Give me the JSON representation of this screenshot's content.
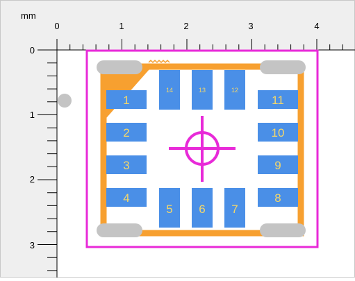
{
  "ruler": {
    "unit_label": "mm",
    "x_labels": [
      "0",
      "1",
      "2",
      "3",
      "4"
    ],
    "y_labels": [
      "0",
      "1",
      "2",
      "3"
    ]
  },
  "footprint": {
    "pads_left": [
      {
        "label": "1"
      },
      {
        "label": "2"
      },
      {
        "label": "3"
      },
      {
        "label": "4"
      }
    ],
    "pads_right": [
      {
        "label": "11"
      },
      {
        "label": "10"
      },
      {
        "label": "9"
      },
      {
        "label": "8"
      }
    ],
    "pads_top": [
      {
        "label": "14"
      },
      {
        "label": "13"
      },
      {
        "label": "12"
      }
    ],
    "pads_bottom": [
      {
        "label": "5"
      },
      {
        "label": "6"
      },
      {
        "label": "7"
      }
    ]
  },
  "colors": {
    "body_outline": "#f7a030",
    "pad": "#4a8fe7",
    "pad_label": "#f4d76a",
    "courtyard": "#e82ad8",
    "mount_slot": "#c4c4c4",
    "pin1_marker": "#c4c4c4",
    "ruler_bg": "#efefef",
    "ruler_line": "#000000"
  }
}
